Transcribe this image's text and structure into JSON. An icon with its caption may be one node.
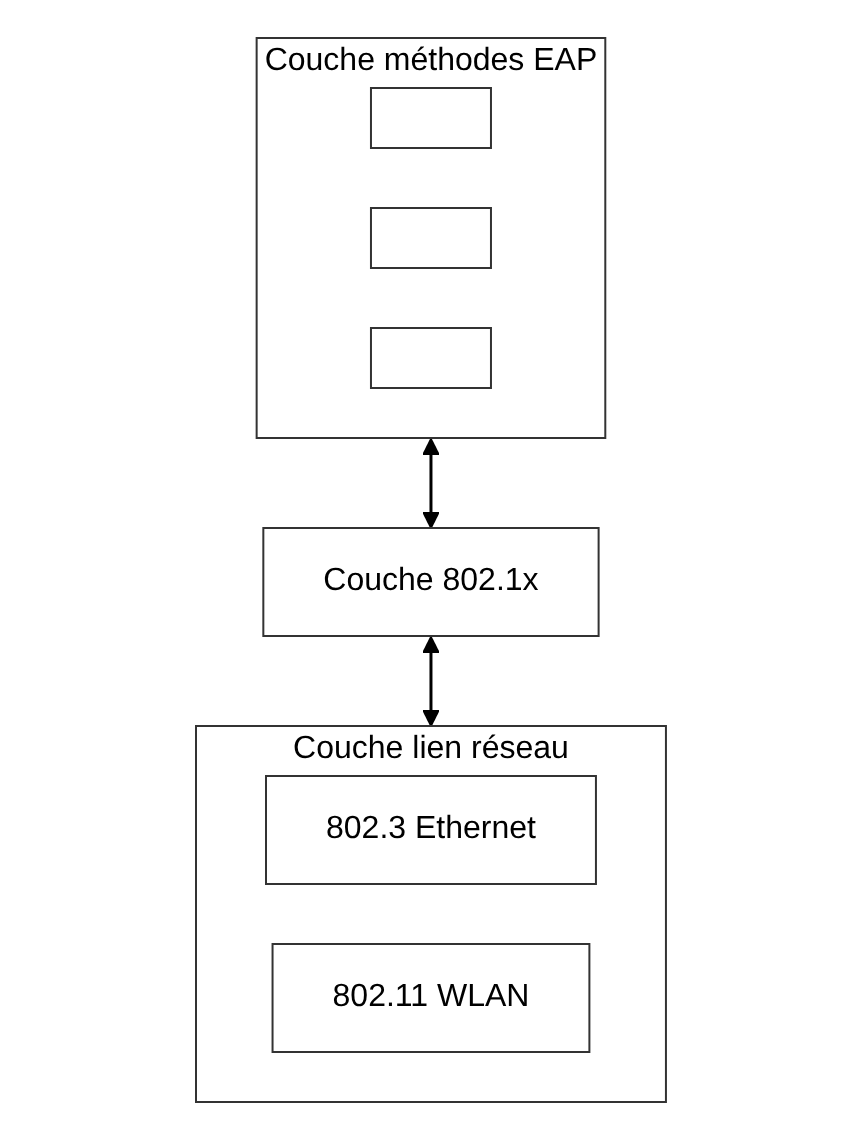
{
  "diagram": {
    "nodes": [
      {
        "text": [
          "Couche méthodes EAP"
        ]
      },
      {
        "text": [],
        "shape": "box",
        "in": 0
      },
      {
        "text": [],
        "shape": "box",
        "in": 0
      },
      {
        "text": [],
        "shape": "box",
        "in": 0
      },
      {
        "text": [
          "Couche 802.1x"
        ]
      },
      {
        "text": [
          "Couche lien réseau"
        ]
      },
      {
        "text": [
          "802.3 Ethernet"
        ],
        "in": 5
      },
      {
        "text": [
          "802.11 WLAN"
        ],
        "in": 5
      }
    ],
    "edges": [
      {
        "from": 0,
        "to": 4,
        "arrow": "both"
      },
      {
        "from": 4,
        "to": 5,
        "arrow": "both"
      }
    ]
  }
}
